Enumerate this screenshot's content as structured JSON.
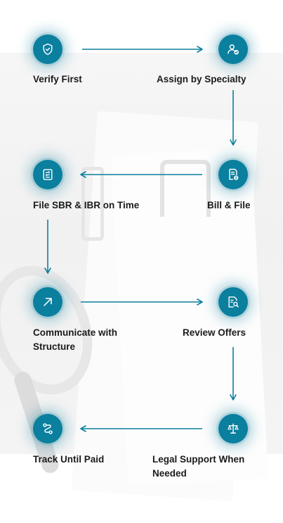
{
  "colors": {
    "accent": "#0b7f9e",
    "text": "#1b1b1b"
  },
  "steps": [
    {
      "label": "Verify First",
      "icon": "shield-check-icon"
    },
    {
      "label": "Assign by Specialty",
      "icon": "user-check-icon"
    },
    {
      "label": "Bill & File",
      "icon": "invoice-icon"
    },
    {
      "label": "File SBR & IBR on Time",
      "icon": "document-exchange-icon"
    },
    {
      "label": "Communicate with Structure",
      "icon": "arrow-up-right-icon"
    },
    {
      "label": "Review Offers",
      "icon": "document-search-icon"
    },
    {
      "label": "Legal Support When Needed",
      "icon": "scales-icon"
    },
    {
      "label": "Track Until Paid",
      "icon": "route-icon"
    }
  ]
}
